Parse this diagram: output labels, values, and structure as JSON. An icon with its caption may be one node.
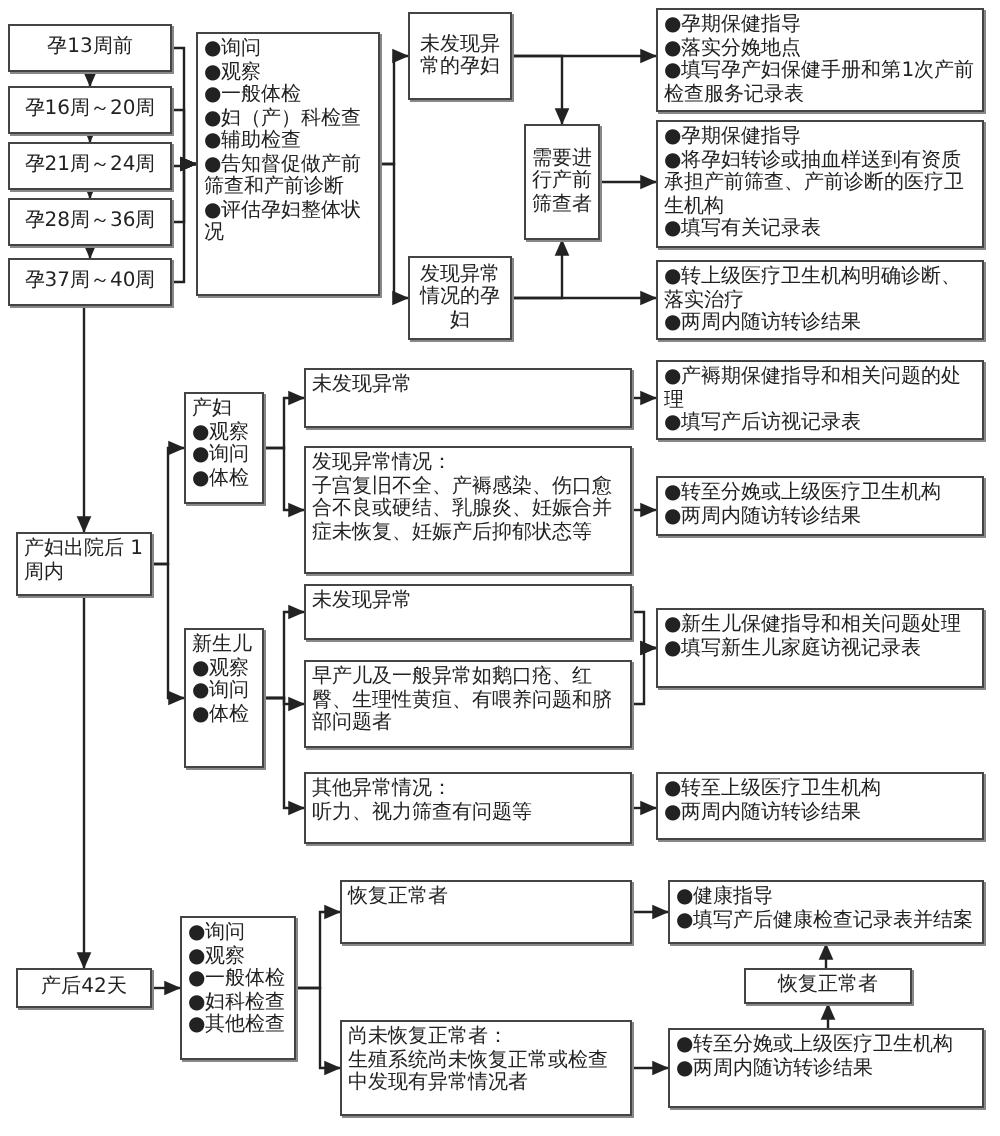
{
  "diagram": {
    "nodes": [
      {
        "text": [
          "孕13周前"
        ]
      },
      {
        "text": [
          "孕16周～20周"
        ]
      },
      {
        "text": [
          "孕21周～24周"
        ]
      },
      {
        "text": [
          "孕28周～36周"
        ]
      },
      {
        "text": [
          "孕37周～40周"
        ]
      },
      {
        "text": [
          "●询问",
          "●观察",
          "●一般体检",
          "●妇（产）科检查",
          "●辅助检查",
          "●告知督促做产前筛查和产前诊断",
          "●评估孕妇整体状况"
        ]
      },
      {
        "text": [
          "未发现异常的孕妇"
        ]
      },
      {
        "text": [
          "发现异常情况的孕妇"
        ]
      },
      {
        "text": [
          "需要进行产前筛查者"
        ]
      },
      {
        "text": [
          "●孕期保健指导",
          "●落实分娩地点",
          "●填写孕产妇保健手册和第1次产前检查服务记录表"
        ]
      },
      {
        "text": [
          "●孕期保健指导",
          "●将孕妇转诊或抽血样送到有资质承担产前筛查、产前诊断的医疗卫生机构",
          "●填写有关记录表"
        ]
      },
      {
        "text": [
          "●转上级医疗卫生机构明确诊断、落实治疗",
          "●两周内随访转诊结果"
        ]
      },
      {
        "text": [
          "产妇出院后 1周内"
        ]
      },
      {
        "text": [
          "产妇",
          "●观察",
          "●询问",
          "●体检"
        ]
      },
      {
        "text": [
          "新生儿",
          "●观察",
          "●询问",
          "●体检"
        ]
      },
      {
        "text": [
          "未发现异常"
        ]
      },
      {
        "text": [
          "发现异常情况：",
          "子宫复旧不全、产褥感染、伤口愈合不良或硬结、乳腺炎、妊娠合并症未恢复、妊娠产后抑郁状态等"
        ]
      },
      {
        "text": [
          "●产褥期保健指导和相关问题的处理",
          "●填写产后访视记录表"
        ]
      },
      {
        "text": [
          "●转至分娩或上级医疗卫生机构",
          "●两周内随访转诊结果"
        ]
      },
      {
        "text": [
          "未发现异常"
        ]
      },
      {
        "text": [
          "早产儿及一般异常如鹅口疮、红臀、生理性黄疸、有喂养问题和脐部问题者"
        ]
      },
      {
        "text": [
          "●新生儿保健指导和相关问题处理",
          "●填写新生儿家庭访视记录表"
        ]
      },
      {
        "text": [
          "其他异常情况：",
          "听力、视力筛查有问题等"
        ]
      },
      {
        "text": [
          "●转至上级医疗卫生机构",
          "●两周内随访转诊结果"
        ]
      },
      {
        "text": [
          "产后42天"
        ]
      },
      {
        "text": [
          "●询问",
          "●观察",
          "●一般体检",
          "●妇科检查",
          "●其他检查"
        ]
      },
      {
        "text": [
          "恢复正常者"
        ]
      },
      {
        "text": [
          "尚未恢复正常者：",
          "生殖系统尚未恢复正常或检查中发现有异常情况者"
        ]
      },
      {
        "text": [
          "●健康指导",
          "●填写产后健康检查记录表并结案"
        ]
      },
      {
        "text": [
          "恢复正常者"
        ]
      },
      {
        "text": [
          "●转至分娩或上级医疗卫生机构",
          "●两周内随访转诊结果"
        ]
      }
    ],
    "edges": [
      {
        "from": 0,
        "to": 1,
        "arrow": "to"
      },
      {
        "from": 1,
        "to": 2,
        "arrow": "to"
      },
      {
        "from": 2,
        "to": 3,
        "arrow": "to"
      },
      {
        "from": 3,
        "to": 4,
        "arrow": "to"
      },
      {
        "from": 0,
        "to": 5,
        "arrow": "to"
      },
      {
        "from": 1,
        "to": 5,
        "arrow": "to"
      },
      {
        "from": 2,
        "to": 5,
        "arrow": "to"
      },
      {
        "from": 3,
        "to": 5,
        "arrow": "to"
      },
      {
        "from": 4,
        "to": 5,
        "arrow": "to"
      },
      {
        "from": 5,
        "to": 6,
        "arrow": "to"
      },
      {
        "from": 5,
        "to": 7,
        "arrow": "to"
      },
      {
        "from": 6,
        "to": 9,
        "arrow": "to"
      },
      {
        "from": 6,
        "to": 8,
        "arrow": "to"
      },
      {
        "from": 7,
        "to": 8,
        "arrow": "to"
      },
      {
        "from": 7,
        "to": 11,
        "arrow": "to"
      },
      {
        "from": 8,
        "to": 10,
        "arrow": "to"
      },
      {
        "from": 4,
        "to": 12,
        "arrow": "to"
      },
      {
        "from": 12,
        "to": 13,
        "arrow": "to"
      },
      {
        "from": 12,
        "to": 14,
        "arrow": "to"
      },
      {
        "from": 13,
        "to": 15,
        "arrow": "to"
      },
      {
        "from": 13,
        "to": 16,
        "arrow": "to"
      },
      {
        "from": 15,
        "to": 17,
        "arrow": "to"
      },
      {
        "from": 16,
        "to": 18,
        "arrow": "to"
      },
      {
        "from": 14,
        "to": 19,
        "arrow": "to"
      },
      {
        "from": 14,
        "to": 20,
        "arrow": "to"
      },
      {
        "from": 14,
        "to": 22,
        "arrow": "to"
      },
      {
        "from": 19,
        "to": 21,
        "arrow": "to"
      },
      {
        "from": 20,
        "to": 21,
        "arrow": "to"
      },
      {
        "from": 22,
        "to": 23,
        "arrow": "to"
      },
      {
        "from": 12,
        "to": 24,
        "arrow": "to"
      },
      {
        "from": 24,
        "to": 25,
        "arrow": "to"
      },
      {
        "from": 25,
        "to": 26,
        "arrow": "to"
      },
      {
        "from": 25,
        "to": 27,
        "arrow": "to"
      },
      {
        "from": 26,
        "to": 28,
        "arrow": "to"
      },
      {
        "from": 27,
        "to": 30,
        "arrow": "to"
      },
      {
        "from": 30,
        "to": 29,
        "arrow": "to"
      },
      {
        "from": 29,
        "to": 28,
        "arrow": "to"
      }
    ]
  }
}
